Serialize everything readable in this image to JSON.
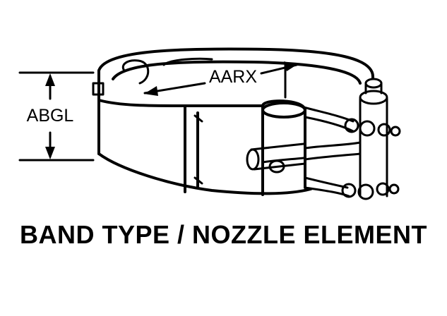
{
  "figure": {
    "dimension_labels": {
      "height": "ABGL",
      "diameter": "AARX"
    },
    "caption": "BAND TYPE / NOZZLE ELEMENT"
  },
  "colors": {
    "ink": "#000000",
    "paper": "#ffffff"
  }
}
